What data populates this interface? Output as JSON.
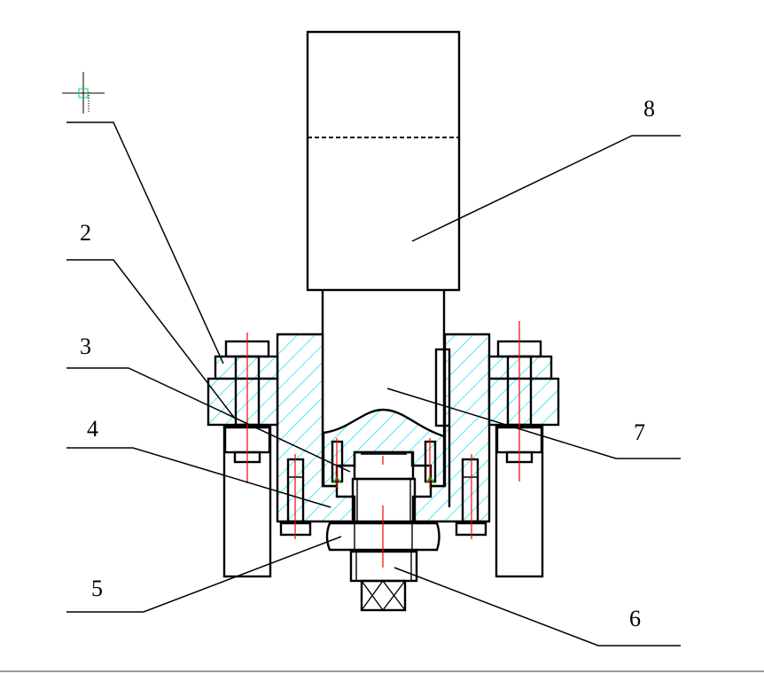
{
  "drawing": {
    "part_labels": {
      "p2": "2",
      "p3": "3",
      "p4": "4",
      "p5": "5",
      "p6": "6",
      "p7": "7",
      "p8": "8"
    },
    "colors": {
      "outline": "#000000",
      "hatch": "#00e5ee",
      "centerline": "#ff0000",
      "marker": "#00cc00"
    }
  }
}
